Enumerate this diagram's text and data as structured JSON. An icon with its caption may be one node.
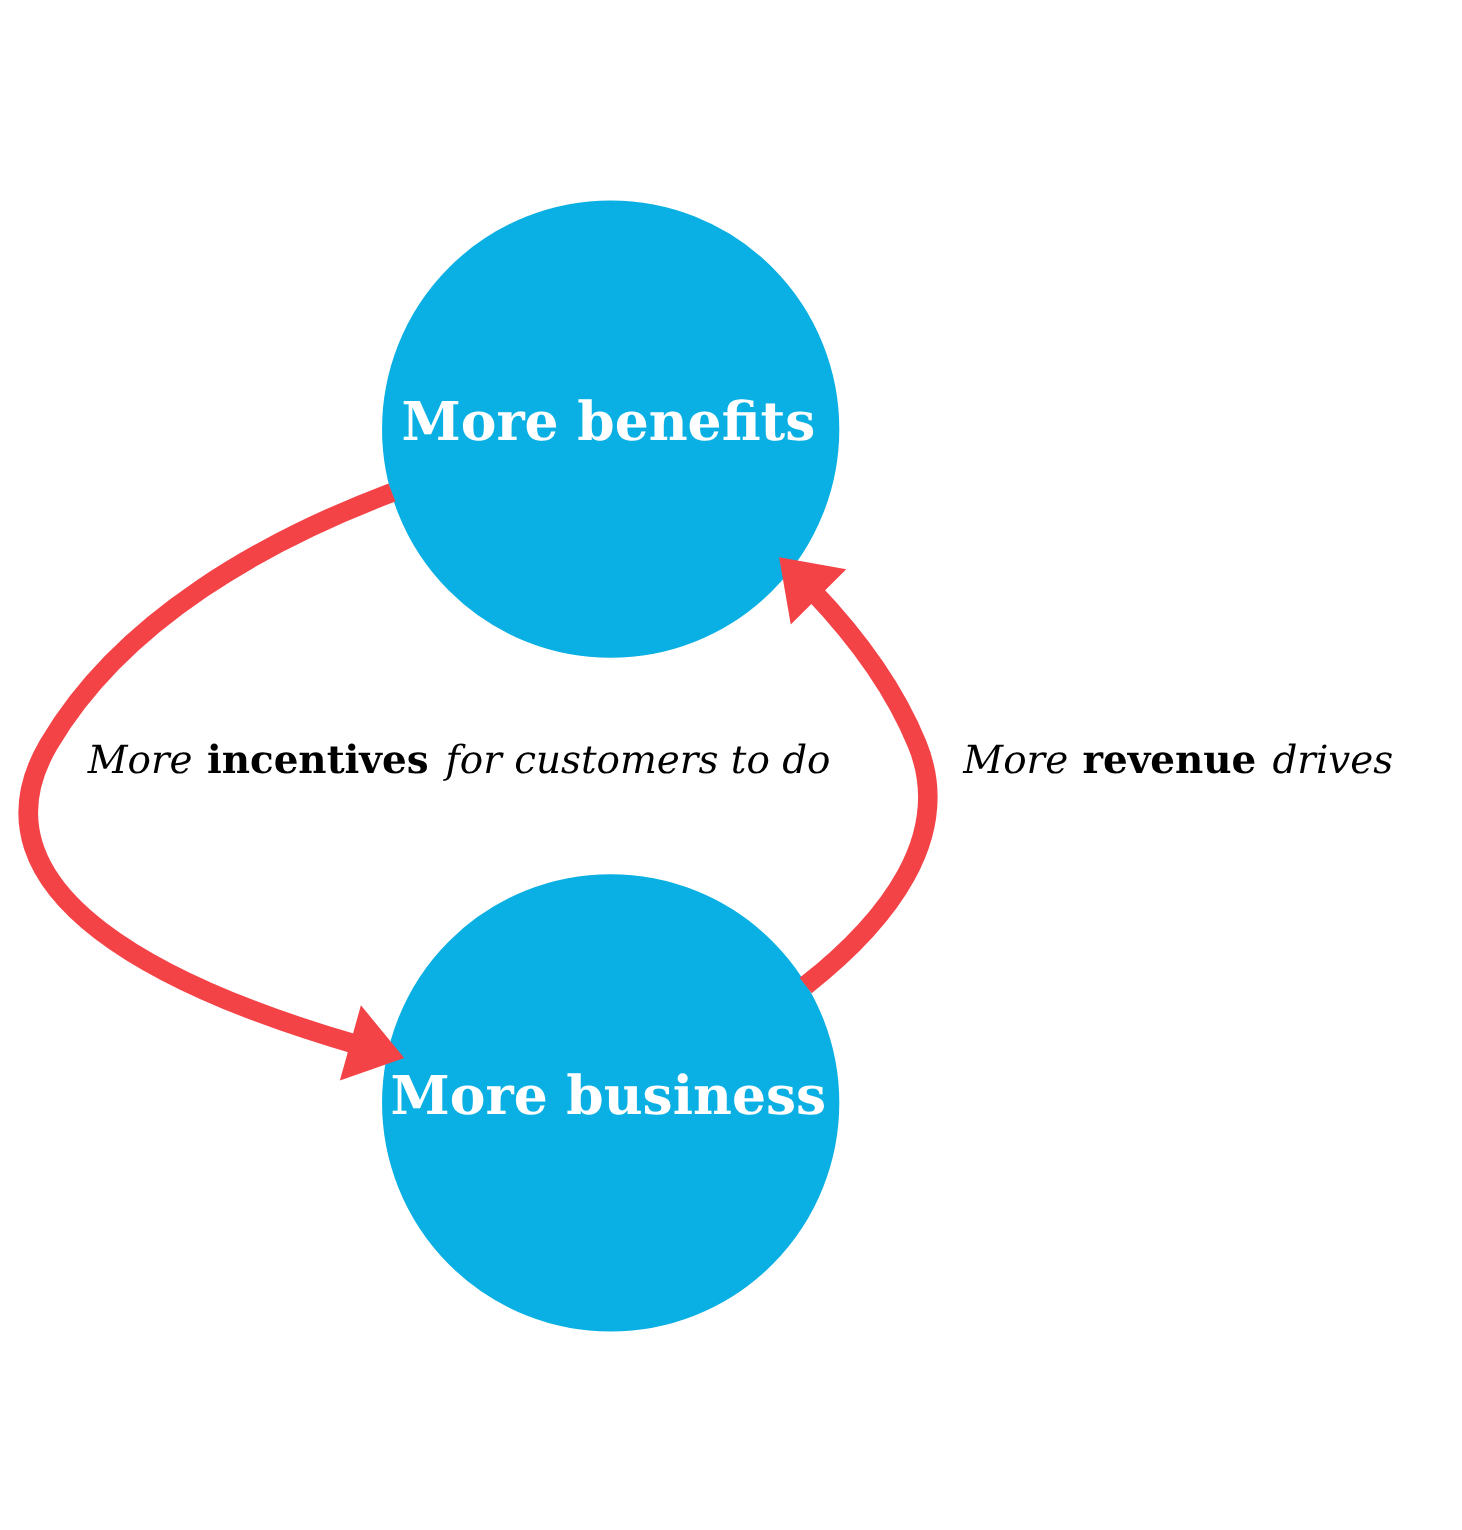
{
  "diagram": {
    "nodes": [
      {
        "text": [
          "More benefits"
        ]
      },
      {
        "text": [
          "More business"
        ]
      }
    ],
    "edges": [
      {
        "from": 0,
        "to": 1,
        "arrow": "to",
        "label": "More **incentives** for customers to do"
      },
      {
        "from": 1,
        "to": 0,
        "arrow": "to",
        "label": "More **revenue** drives"
      }
    ]
  }
}
